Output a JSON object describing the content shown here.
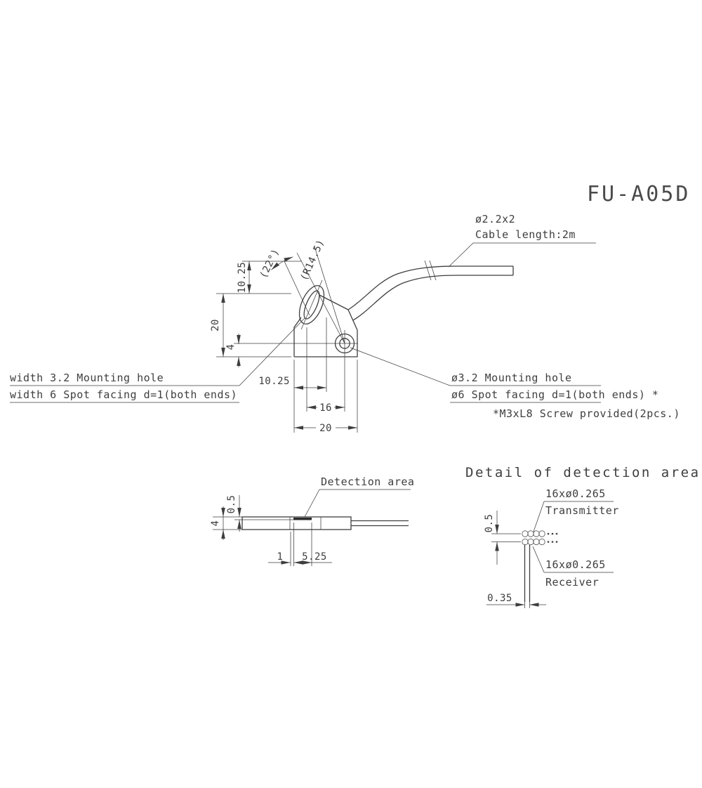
{
  "title": "FU-A05D",
  "top_view": {
    "cable_spec": "ø2.2x2",
    "cable_length": "Cable length:2m",
    "left_label_line1": "width 3.2 Mounting hole",
    "left_label_line2": "width 6 Spot facing d=1(both ends)",
    "right_label_line1": "ø3.2 Mounting hole",
    "right_label_line2": "ø6 Spot facing d=1(both ends) *",
    "screw_note": "*M3xL8 Screw provided(2pcs.)",
    "dims": {
      "v_1025": "10.25",
      "v_20": "20",
      "v_4": "4",
      "angle": "(22°)",
      "radius": "(R14.5)",
      "h_1025": "10.25",
      "h_16": "16",
      "h_20": "20"
    }
  },
  "side_view": {
    "detection_area": "Detection area",
    "dims": {
      "d05": "0.5",
      "d4": "4",
      "d1": "1",
      "d525": "5.25"
    }
  },
  "detail_view": {
    "title": "Detail of detection area",
    "transmitter_spec": "16xø0.265",
    "transmitter": "Transmitter",
    "receiver_spec": "16xø0.265",
    "receiver": "Receiver",
    "dims": {
      "d05": "0.5",
      "d035": "0.35"
    }
  },
  "colors": {
    "line": "#3e3e3e",
    "text": "#3e3e3e",
    "background": "#ffffff"
  }
}
